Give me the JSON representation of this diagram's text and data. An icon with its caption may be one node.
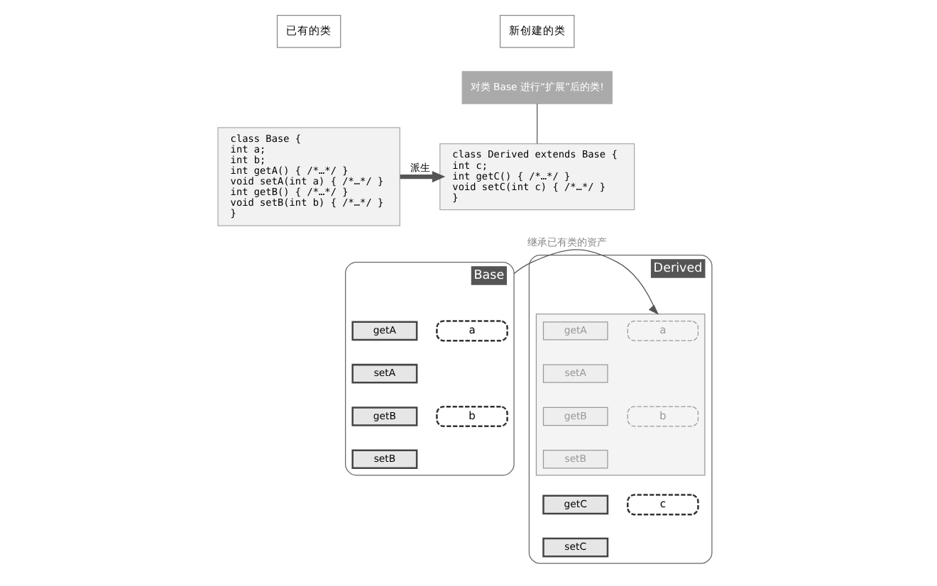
{
  "diagram": {
    "nodes": [
      {
        "text": [
          "已有的类"
        ]
      },
      {
        "text": [
          "class Base {",
          "int a;",
          "int b;",
          "int getA() { /*…*/ }",
          "void setA(int a) { /*…*/ }",
          "int getB() { /*…*/ }",
          "void setB(int b) { /*…*/ }",
          "}"
        ]
      },
      {
        "text": [
          "新创建的类"
        ]
      },
      {
        "text": [
          "对类 Base 进行“扩展”后的类!"
        ]
      },
      {
        "text": [
          "class Derived extends Base {",
          "int c;",
          "int getC() { /*…*/ }",
          "void setC(int c) { /*…*/ }",
          "}"
        ]
      },
      {
        "text": [
          "Base"
        ]
      },
      {
        "text": [
          "a"
        ],
        "in": 5
      },
      {
        "text": [
          "b"
        ],
        "in": 5
      },
      {
        "text": [
          "getA"
        ],
        "in": 5
      },
      {
        "text": [
          "setA"
        ],
        "in": 5
      },
      {
        "text": [
          "getB"
        ],
        "in": 5
      },
      {
        "text": [
          "setB"
        ],
        "in": 5
      },
      {
        "text": [
          "Derived"
        ]
      },
      {
        "text": [],
        "shape": "box",
        "in": 12
      },
      {
        "text": [
          "a"
        ],
        "in": 13
      },
      {
        "text": [
          "b"
        ],
        "in": 13
      },
      {
        "text": [
          "getA"
        ],
        "in": 13
      },
      {
        "text": [
          "setA"
        ],
        "in": 13
      },
      {
        "text": [
          "getB"
        ],
        "in": 13
      },
      {
        "text": [
          "setB"
        ],
        "in": 13
      },
      {
        "text": [
          "c"
        ],
        "in": 12
      },
      {
        "text": [
          "getC"
        ],
        "in": 12
      },
      {
        "text": [
          "setC"
        ],
        "in": 12
      }
    ],
    "edges": [
      {
        "from": 1,
        "to": 4,
        "arrow": "to",
        "label": "派生",
        "style": "thick"
      },
      {
        "from": 3,
        "to": 4,
        "arrow": "none"
      },
      {
        "from": 5,
        "to": 13,
        "arrow": "to",
        "label": "继承已有类的资产"
      }
    ]
  }
}
